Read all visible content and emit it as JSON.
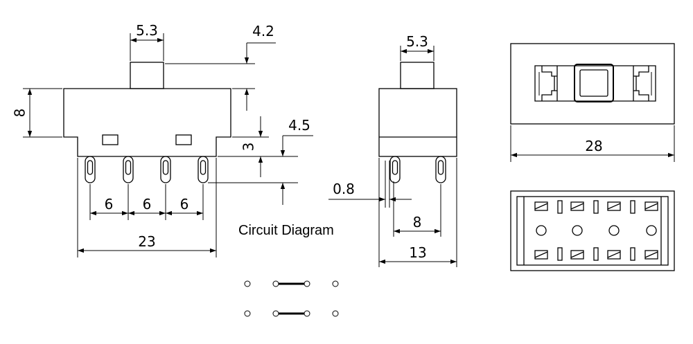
{
  "dimensions": {
    "front_actuator_width": "5.3",
    "front_actuator_height": "4.2",
    "front_body_height": "8",
    "front_bottom_gap": "3",
    "front_pin_length": "4.5",
    "front_pitch_1": "6",
    "front_pitch_2": "6",
    "front_pitch_3": "6",
    "front_overall_width": "23",
    "side_actuator_width": "5.3",
    "side_pin_thickness": "0.8",
    "side_pin_spacing": "8",
    "side_body_width": "13",
    "top_overall_length": "28"
  },
  "caption": "Circuit Diagram"
}
